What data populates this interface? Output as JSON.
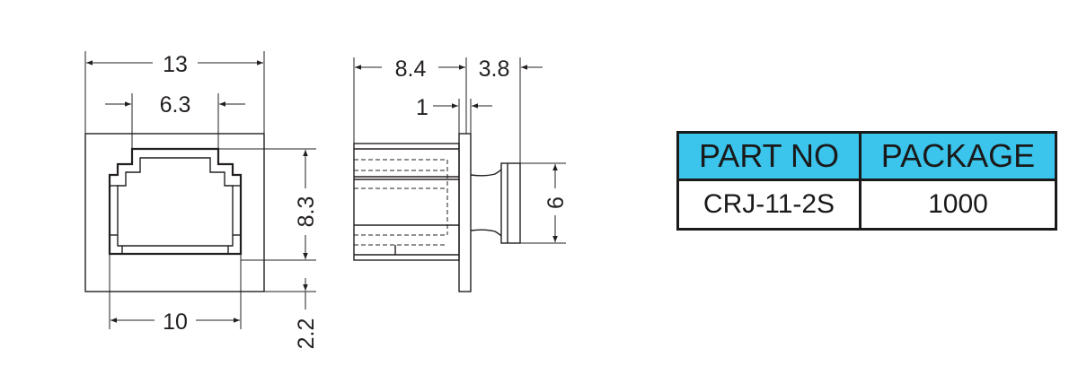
{
  "dimensions": {
    "front_width": "13",
    "opening_width": "6.3",
    "front_height": "8.3",
    "bottom_width": "10",
    "bottom_offset": "2.2",
    "side_body_length": "8.4",
    "side_cap_length": "3.8",
    "side_flange_thickness": "1",
    "side_cap_height": "6"
  },
  "table": {
    "headers": [
      "PART NO",
      "PACKAGE"
    ],
    "rows": [
      [
        "CRJ-11-2S",
        "1000"
      ]
    ],
    "header_color": "#3bc4ec",
    "border_color": "#1a1a1a"
  }
}
